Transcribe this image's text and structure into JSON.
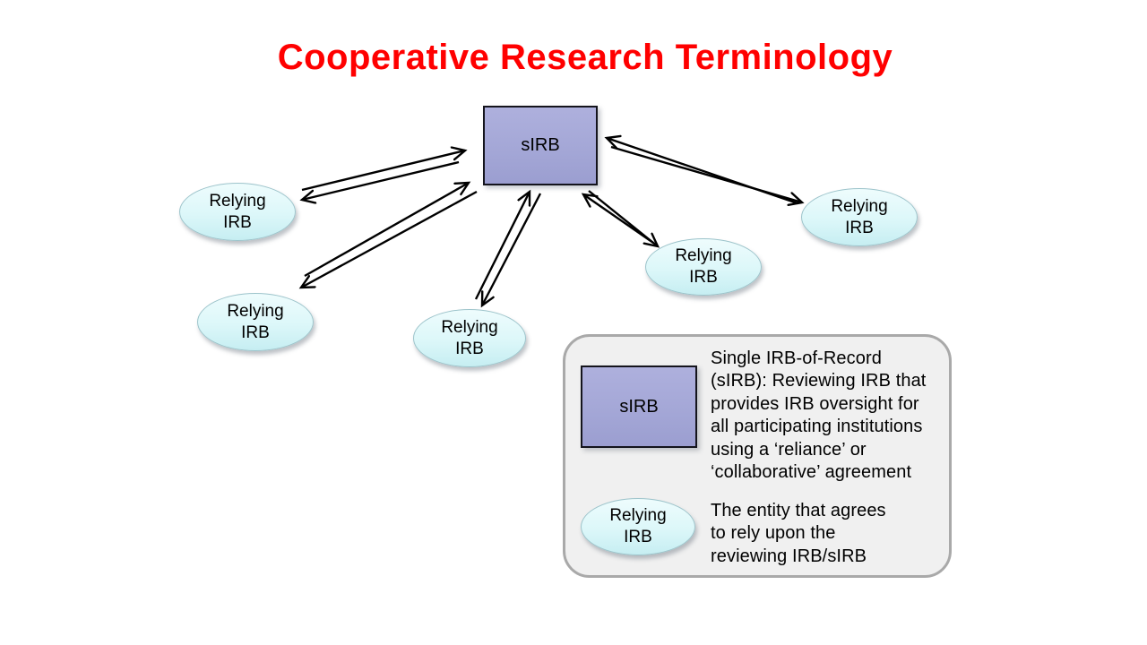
{
  "title": {
    "text": "Cooperative Research Terminology"
  },
  "colors": {
    "title_red": "#FF0000",
    "sirb_fill": "#A3A6D6",
    "ellipse_fill_top": "#EEFCFD",
    "ellipse_fill_bottom": "#C6EEF2",
    "ellipse_border": "#9DC4CB",
    "legend_bg": "#F0F0F0",
    "legend_border": "#A9A9A9",
    "arrow": "#000000"
  },
  "diagram": {
    "sirb_label": "sIRB",
    "relying_irbs": [
      {
        "line1": "Relying",
        "line2": "IRB",
        "position": "upper-left"
      },
      {
        "line1": "Relying",
        "line2": "IRB",
        "position": "lower-left"
      },
      {
        "line1": "Relying",
        "line2": "IRB",
        "position": "bottom-center"
      },
      {
        "line1": "Relying",
        "line2": "IRB",
        "position": "lower-right"
      },
      {
        "line1": "Relying",
        "line2": "IRB",
        "position": "upper-right"
      }
    ],
    "connections": "5 bidirectional double-line arrows between the central sIRB box and each Relying IRB ellipse"
  },
  "legend": {
    "sirb_symbol_label": "sIRB",
    "sirb_description_lines": [
      "Single IRB-of-Record",
      "(sIRB): Reviewing IRB that",
      "provides IRB oversight for",
      "all participating institutions",
      "using a ‘reliance’ or",
      "‘collaborative’ agreement"
    ],
    "relying_symbol": {
      "line1": "Relying",
      "line2": "IRB"
    },
    "relying_description_lines": [
      "The entity that agrees",
      "to rely upon the",
      "reviewing IRB/sIRB"
    ]
  }
}
